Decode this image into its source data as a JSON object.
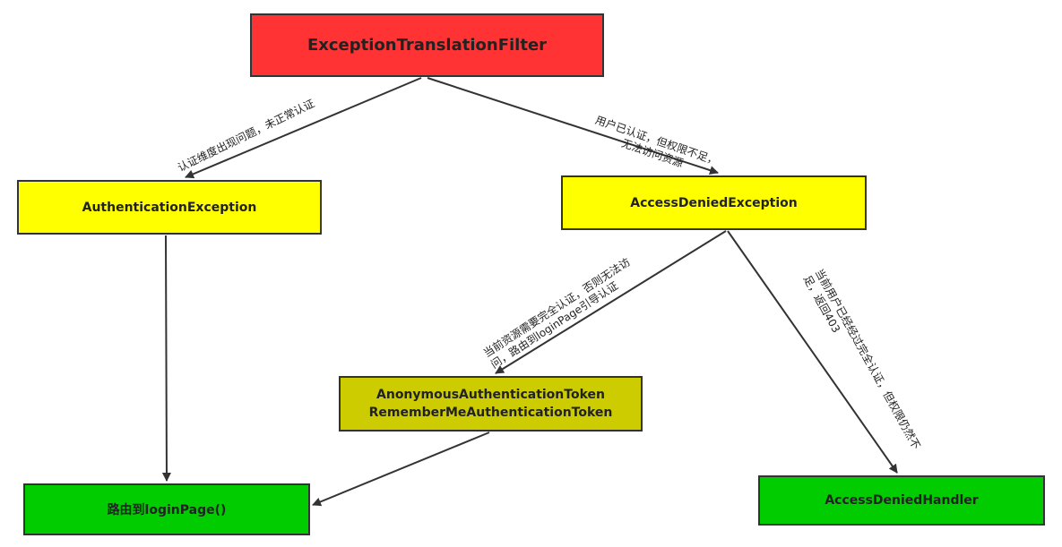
{
  "nodes": {
    "filter": "ExceptionTranslationFilter",
    "authentication_exception": "AuthenticationException",
    "access_denied_exception": "AccessDeniedException",
    "anonymous_token": "AnonymousAuthenticationToken",
    "remember_me_token": "RememberMeAuthenticationToken",
    "login_page": "路由到loginPage()",
    "access_denied_handler": "AccessDeniedHandler"
  },
  "edge_labels": {
    "auth_problem": "认证维度出现问题，未正常认证",
    "denied_line1": "用户已认证，但权限不足，",
    "denied_line2": "无法访问资源",
    "anon_line1": "当前资源需要完全认证，否则无法访",
    "anon_line2": "问，路由到loginPage引导认证",
    "handler_line1": "当前用户已经经过完全认证，但权限仍然不",
    "handler_line2": "足，返回403"
  },
  "colors": {
    "filter": "#ff3333",
    "exception": "#ffff00",
    "token": "#cccc00",
    "target": "#00cc00",
    "line": "#333333"
  }
}
